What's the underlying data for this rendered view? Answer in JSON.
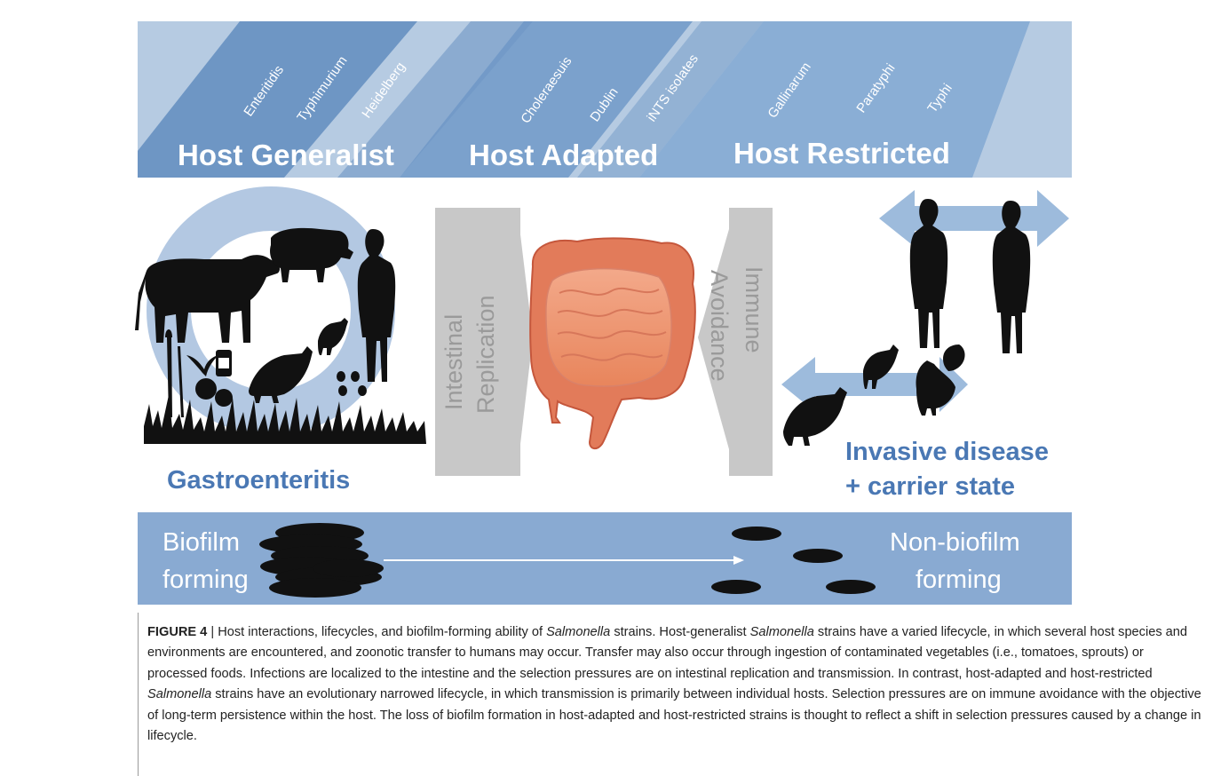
{
  "banner": {
    "categories": [
      {
        "label": "Host Generalist",
        "strains": [
          "Enteritidis",
          "Typhimurium",
          "Heidelberg"
        ]
      },
      {
        "label": "Host Adapted",
        "strains": [
          "Choleraesuis",
          "Dublin",
          "iNTS isolates"
        ]
      },
      {
        "label": "Host Restricted",
        "strains": [
          "Gallinarum",
          "Paratyphi",
          "Typhi"
        ]
      }
    ]
  },
  "middle": {
    "left_funnel_lines": [
      "Intestinal",
      "Replication"
    ],
    "right_funnel_lines": [
      "Immune",
      "Avoidance"
    ],
    "gastro_label": "Gastroenteritis",
    "invasive_lines": [
      "Invasive disease",
      "+ carrier state"
    ]
  },
  "biofilm_bar": {
    "left_lines": [
      "Biofilm",
      "forming"
    ],
    "right_lines": [
      "Non-biofilm",
      "forming"
    ]
  },
  "caption": {
    "label": "FIGURE 4",
    "sep": " | ",
    "t1": "Host interactions, lifecycles, and biofilm-forming ability of ",
    "i1": "Salmonella",
    "t2": " strains. Host-generalist ",
    "i2": "Salmonella",
    "t3": " strains have a varied lifecycle, in which several host species and environments are encountered, and zoonotic transfer to humans may occur. Transfer may also occur through ingestion of contaminated vegetables (i.e., tomatoes, sprouts) or processed foods. Infections are localized to the intestine and the selection pressures are on intestinal replication and transmission. In contrast, host-adapted and host-restricted ",
    "i3": "Salmonella",
    "t4": " strains have an evolutionary narrowed lifecycle, in which transmission is primarily between individual hosts. Selection pressures are on immune avoidance with the objective of long-term persistence within the host. The loss of biofilm formation in host-adapted and host-restricted strains is thought to reflect a shift in selection pressures caused by a change in lifecycle."
  },
  "colors": {
    "banner_light": "#b6cbe2",
    "banner_dark": "#6e96c4",
    "banner_mid": "#89aad2",
    "funnel_gray": "#c8c8c8",
    "heading_blue": "#4a78b4",
    "arrow_blue": "#9dbbdc",
    "ring_blue": "#b3c8e2",
    "silhouette": "#111111"
  }
}
